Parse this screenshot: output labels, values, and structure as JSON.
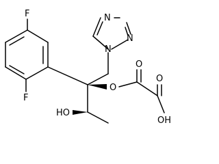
{
  "molecule": {
    "labels": {
      "f_top": "F",
      "f_left": "F",
      "n1": "N",
      "n2": "N",
      "n3": "N",
      "o_ester": "O",
      "o_keto": "O",
      "o_acid": "O",
      "oh_acid": "OH",
      "ho": "HO"
    }
  }
}
